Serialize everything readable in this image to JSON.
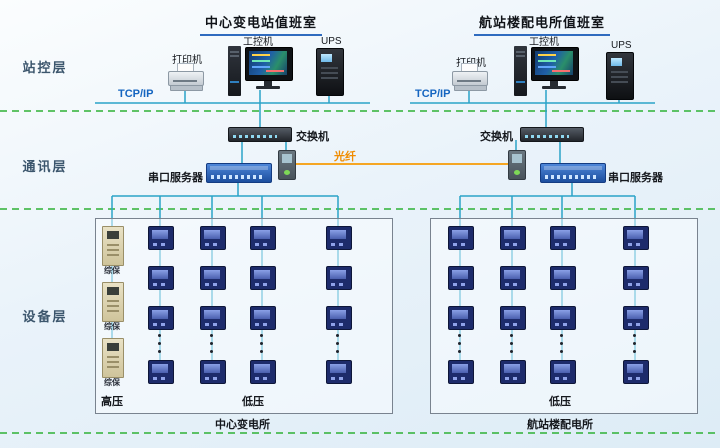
{
  "titles": {
    "left": "中心变电站值班室",
    "right": "航站楼配电所值班室"
  },
  "layers": {
    "station": "站控层",
    "comm": "通讯层",
    "device": "设备层"
  },
  "left_group": {
    "printer": "打印机",
    "pc": "工控机",
    "ups": "UPS",
    "network": "TCP/IP",
    "switch": "交换机",
    "serial_server": "串口服务器"
  },
  "right_group": {
    "printer": "打印机",
    "pc": "工控机",
    "ups": "UPS",
    "network": "TCP/IP",
    "switch": "交换机",
    "serial_server": "串口服务器"
  },
  "fiber_label": "光纤",
  "device_layer": {
    "left_box": {
      "protection_label": "综保",
      "protection_count": 3,
      "hv_label": "高压",
      "lv_label": "低压",
      "caption": "中心变电所"
    },
    "right_box": {
      "lv_label": "低压",
      "caption": "航站楼配电所"
    }
  },
  "colors": {
    "background": "#eaf3fa",
    "wire": "#2aa3c8",
    "fiber": "#f5a623",
    "layer_divider": "#2eb135",
    "title_underline": "#2f6bbf",
    "tcpip_text": "#1565c0"
  }
}
